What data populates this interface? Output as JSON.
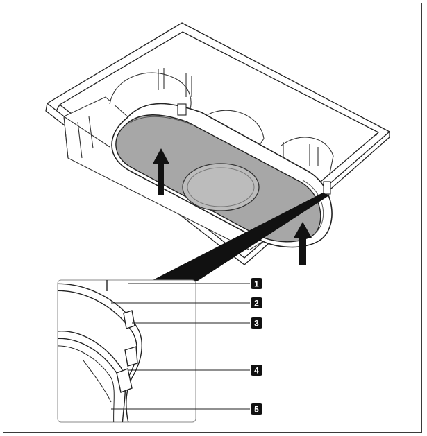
{
  "figure": {
    "arrow_color": "#111111",
    "filter_fill": "#a7a7a7",
    "line_color": "#222222"
  },
  "callouts": [
    {
      "number": "1",
      "icon": "callout-badge-1"
    },
    {
      "number": "2",
      "icon": "callout-badge-2"
    },
    {
      "number": "3",
      "icon": "callout-badge-3"
    },
    {
      "number": "4",
      "icon": "callout-badge-4"
    },
    {
      "number": "5",
      "icon": "callout-badge-5"
    }
  ]
}
